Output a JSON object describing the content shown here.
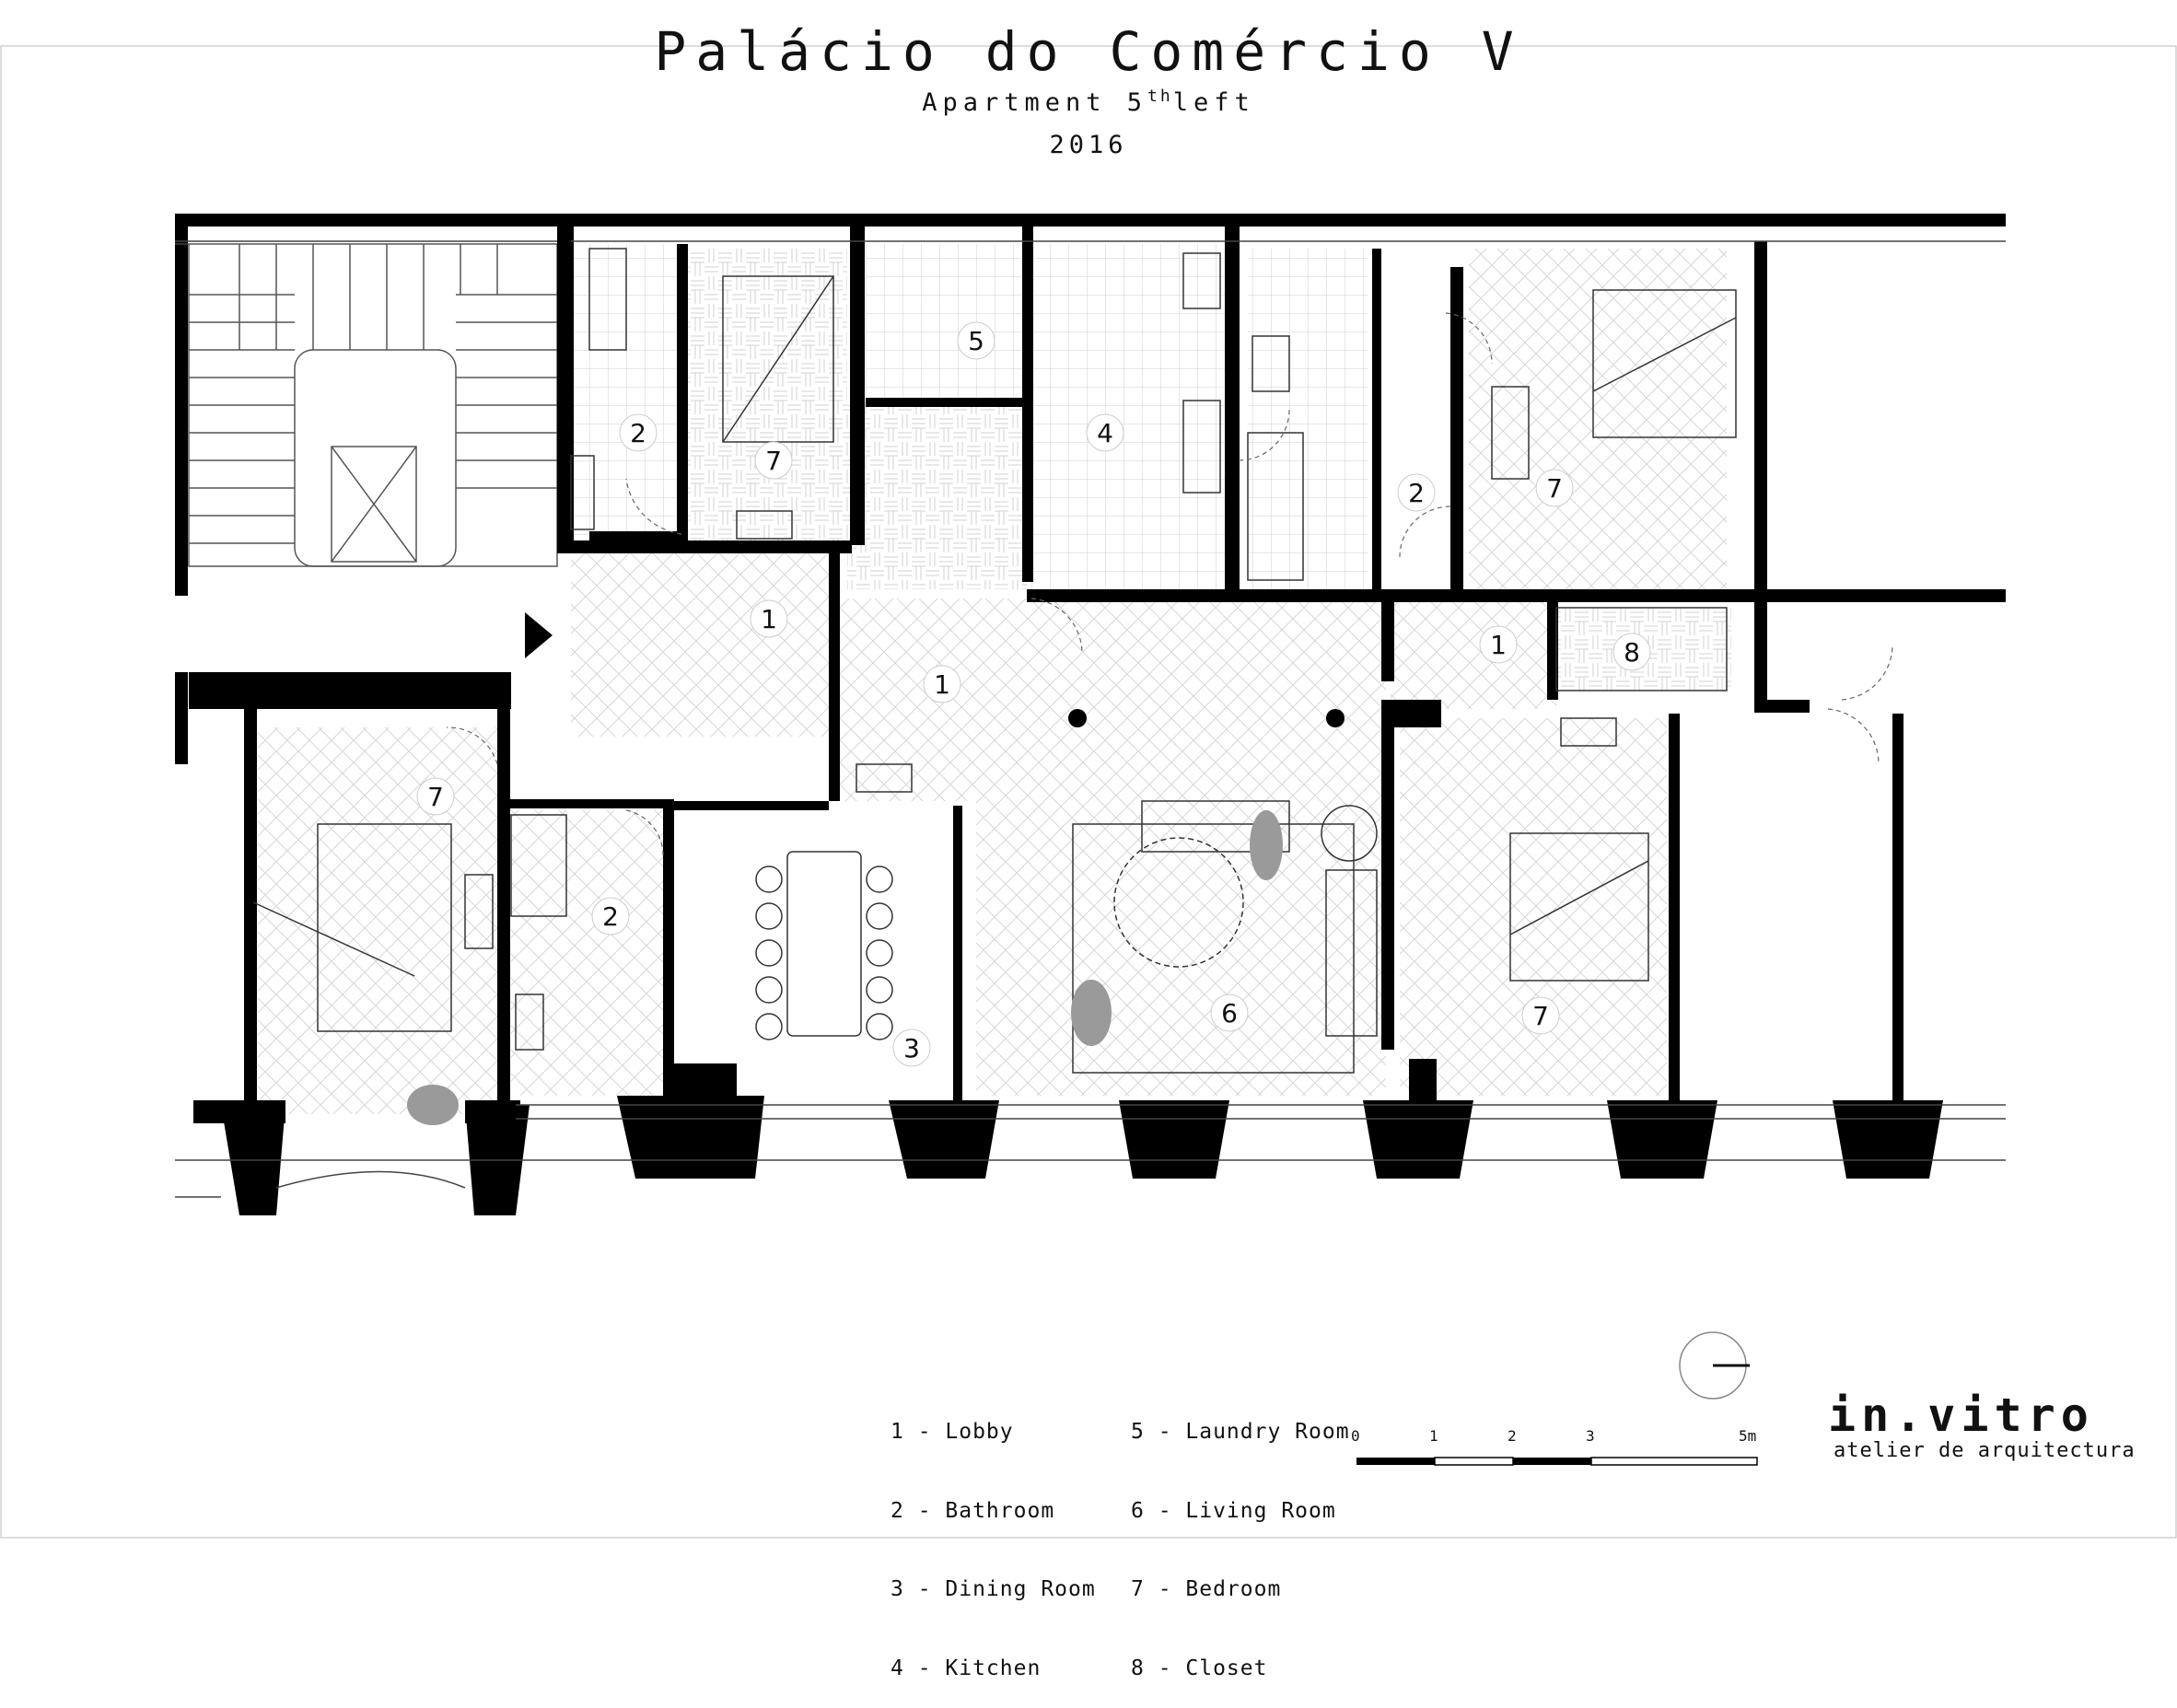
{
  "header": {
    "title": "Palácio do Comércio V",
    "subtitle_main": "Apartment 5",
    "subtitle_sup": "th",
    "subtitle_end": "left",
    "year": "2016"
  },
  "room_labels": [
    {
      "num": "1",
      "name": "Lobby"
    },
    {
      "num": "2",
      "name": "Bathroom"
    },
    {
      "num": "3",
      "name": "Dining Room"
    },
    {
      "num": "4",
      "name": "Kitchen"
    },
    {
      "num": "5",
      "name": "Laundry Room"
    },
    {
      "num": "6",
      "name": "Living Room"
    },
    {
      "num": "7",
      "name": "Bedroom"
    },
    {
      "num": "8",
      "name": "Closet"
    }
  ],
  "legend": {
    "col1": [
      "1 - Lobby",
      "2 - Bathroom",
      "3 - Dining Room",
      "4 - Kitchen"
    ],
    "col2": [
      "5 - Laundry Room",
      "6 - Living Room",
      "7 - Bedroom",
      "8 - Closet"
    ]
  },
  "scale_bar": {
    "labels": [
      "0",
      "1",
      "2",
      "3",
      "5m"
    ]
  },
  "brand": {
    "name": "in.vitro",
    "tagline": "atelier de arquitectura"
  },
  "colors": {
    "wall": "#000000",
    "line": "#222222",
    "figure": "#9a9a9a",
    "background": "#ffffff"
  }
}
